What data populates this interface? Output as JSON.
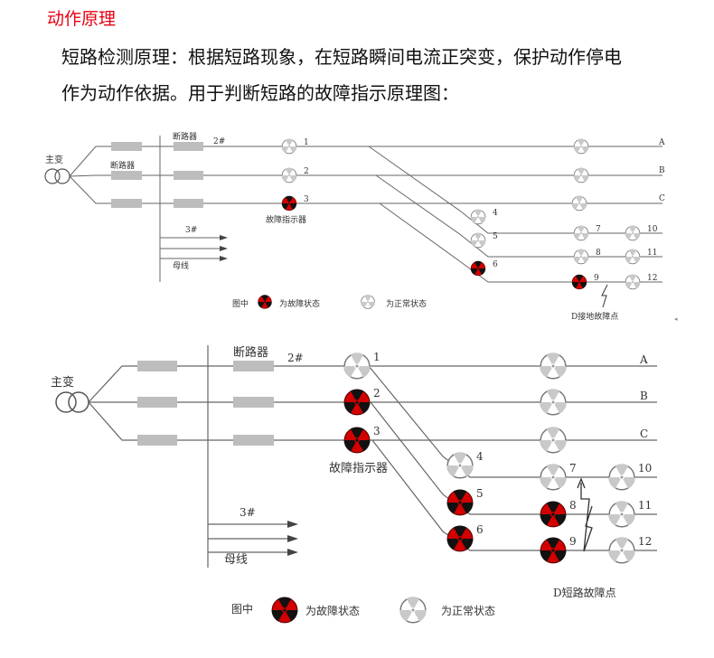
{
  "page": {
    "heading": "动作原理",
    "intro_line1": "短路检测原理：根据短路现象，在短路瞬间电流正突变，保护动作停电",
    "intro_line2": "作为动作依据。用于判断短路的故障指示原理图："
  },
  "colors": {
    "heading": "#e60012",
    "fault_fill": "#d40000",
    "normal_fill": "#ffffff",
    "line": "#555555",
    "breaker": "#b9b9b9"
  },
  "diagram_top": {
    "transformer_label": "主变",
    "breaker_label_top": "断路器",
    "breaker_label_mid": "断路器",
    "breaker_number": "2#",
    "indicator_label": "故障指示器",
    "bus_number": "3#",
    "bus_label": "母线",
    "phase_labels": [
      "A",
      "B",
      "C"
    ],
    "indicator_numbers": [
      "1",
      "2",
      "3",
      "4",
      "5",
      "6",
      "7",
      "8",
      "9",
      "10",
      "11",
      "12"
    ],
    "fault_indicators": [
      "3",
      "6",
      "9"
    ],
    "fault_point_label": "D接地故障点",
    "legend_prefix": "图中",
    "legend_fault": "为故障状态",
    "legend_normal": "为正常状态"
  },
  "diagram_bottom": {
    "transformer_label": "主变",
    "breaker_label": "断路器",
    "breaker_number": "2#",
    "indicator_label": "故障指示器",
    "bus_number": "3#",
    "bus_label": "母线",
    "phase_labels": [
      "A",
      "B",
      "C"
    ],
    "indicator_numbers": [
      "1",
      "2",
      "3",
      "4",
      "5",
      "6",
      "7",
      "8",
      "9",
      "10",
      "11",
      "12"
    ],
    "fault_indicators": [
      "2",
      "3",
      "5",
      "6",
      "8",
      "9"
    ],
    "fault_point_label": "D短路故障点",
    "legend_prefix": "图中",
    "legend_fault": "为故障状态",
    "legend_normal": "为正常状态"
  }
}
